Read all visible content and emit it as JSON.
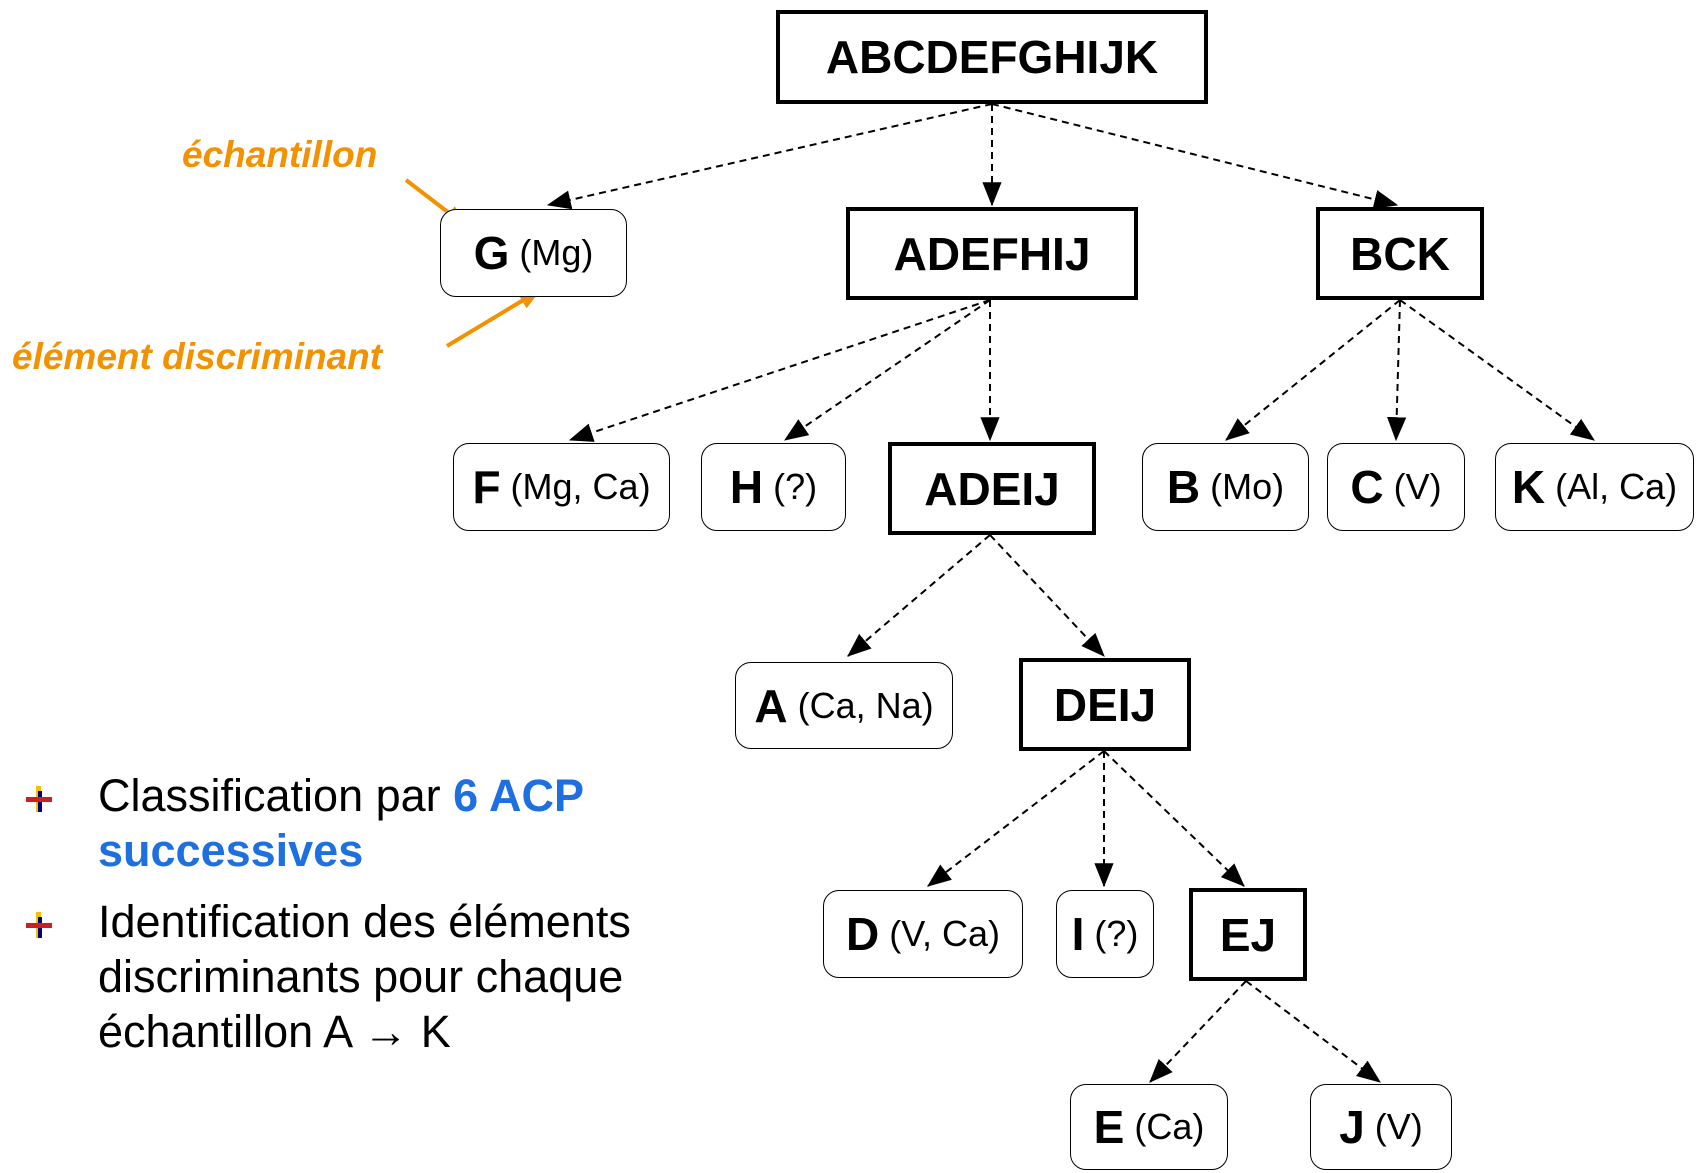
{
  "colors": {
    "annotation": "#f39200",
    "highlight": "#1e6fe0",
    "edge": "#000000"
  },
  "tree": {
    "root": "ABCDEFGHIJK",
    "groups": {
      "adefhij": "ADEFHIJ",
      "bck": "BCK",
      "adeij": "ADEIJ",
      "deij": "DEIJ",
      "ej": "EJ"
    },
    "leaves": {
      "g": {
        "label": "G",
        "elements": "(Mg)"
      },
      "f": {
        "label": "F",
        "elements": "(Mg, Ca)"
      },
      "h": {
        "label": "H",
        "elements": "(?)"
      },
      "b": {
        "label": "B",
        "elements": "(Mo)"
      },
      "c": {
        "label": "C",
        "elements": "(V)"
      },
      "k": {
        "label": "K",
        "elements": "(Al, Ca)"
      },
      "a": {
        "label": "A",
        "elements": "(Ca, Na)"
      },
      "d": {
        "label": "D",
        "elements": "(V, Ca)"
      },
      "i": {
        "label": "I",
        "elements": "(?)"
      },
      "e": {
        "label": "E",
        "elements": "(Ca)"
      },
      "j": {
        "label": "J",
        "elements": "(V)"
      }
    }
  },
  "annotations": {
    "sample": "échantillon",
    "element": "élément discriminant"
  },
  "bullets": [
    {
      "prefix": "Classification par ",
      "highlight": "6 ACP successives"
    },
    {
      "text": "Identification des éléments discriminants pour chaque échantillon A → K"
    }
  ]
}
